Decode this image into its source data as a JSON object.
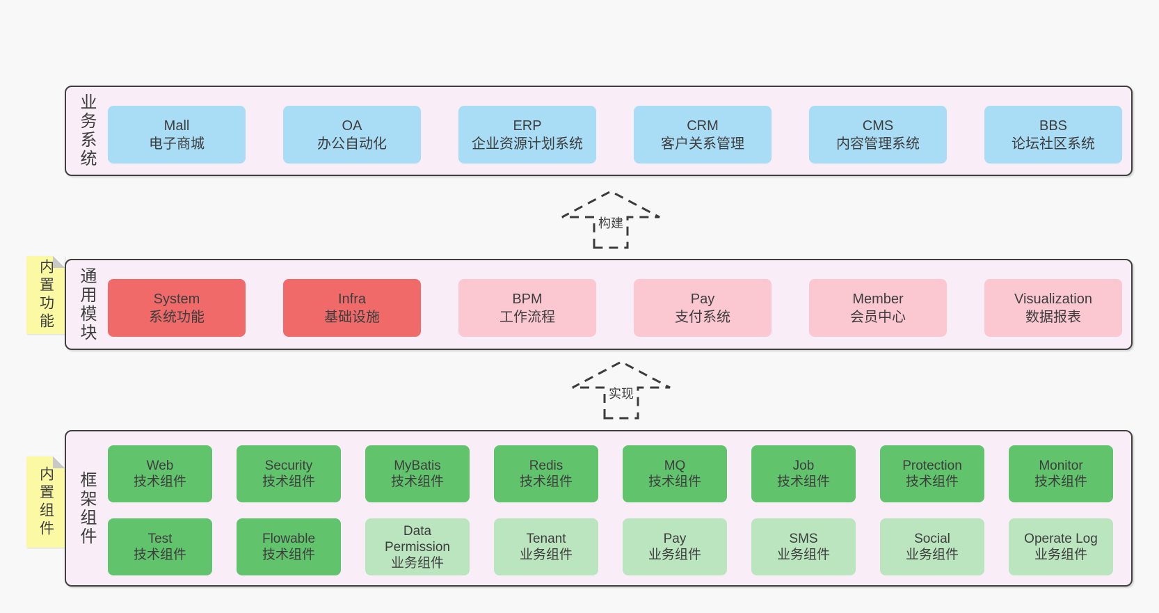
{
  "colors": {
    "page-bg": "#f8f8f8",
    "panel-bg": "#f9eef7",
    "panel-border": "#3f3f3f",
    "box-blue": "#a9dcf5",
    "box-red": "#f06a6a",
    "box-pink": "#fbc8d2",
    "box-green": "#61c46c",
    "box-green-light": "#bae5bf",
    "tag-bg": "#fbf9a3",
    "tag-fold": "#c8c8c8",
    "text": "#3d3d3d"
  },
  "panels": [
    {
      "label": "业务系统",
      "boxes": [
        {
          "title": "Mall",
          "subtitle": "电子商城",
          "variant": "blue"
        },
        {
          "title": "OA",
          "subtitle": "办公自动化",
          "variant": "blue"
        },
        {
          "title": "ERP",
          "subtitle": "企业资源计划系统",
          "variant": "blue"
        },
        {
          "title": "CRM",
          "subtitle": "客户关系管理",
          "variant": "blue"
        },
        {
          "title": "CMS",
          "subtitle": "内容管理系统",
          "variant": "blue"
        },
        {
          "title": "BBS",
          "subtitle": "论坛社区系统",
          "variant": "blue"
        }
      ]
    },
    {
      "label": "通用模块",
      "tag": "内置功能",
      "boxes": [
        {
          "title": "System",
          "subtitle": "系统功能",
          "variant": "red"
        },
        {
          "title": "Infra",
          "subtitle": "基础设施",
          "variant": "red"
        },
        {
          "title": "BPM",
          "subtitle": "工作流程",
          "variant": "pink"
        },
        {
          "title": "Pay",
          "subtitle": "支付系统",
          "variant": "pink"
        },
        {
          "title": "Member",
          "subtitle": "会员中心",
          "variant": "pink"
        },
        {
          "title": "Visualization",
          "subtitle": "数据报表",
          "variant": "pink"
        }
      ]
    },
    {
      "label": "框架组件",
      "tag": "内置组件",
      "rows": [
        [
          {
            "title": "Web",
            "subtitle": "技术组件",
            "variant": "green"
          },
          {
            "title": "Security",
            "subtitle": "技术组件",
            "variant": "green"
          },
          {
            "title": "MyBatis",
            "subtitle": "技术组件",
            "variant": "green"
          },
          {
            "title": "Redis",
            "subtitle": "技术组件",
            "variant": "green"
          },
          {
            "title": "MQ",
            "subtitle": "技术组件",
            "variant": "green"
          },
          {
            "title": "Job",
            "subtitle": "技术组件",
            "variant": "green"
          },
          {
            "title": "Protection",
            "subtitle": "技术组件",
            "variant": "green"
          },
          {
            "title": "Monitor",
            "subtitle": "技术组件",
            "variant": "green"
          }
        ],
        [
          {
            "title": "Test",
            "subtitle": "技术组件",
            "variant": "green"
          },
          {
            "title": "Flowable",
            "subtitle": "技术组件",
            "variant": "green"
          },
          {
            "title": "Data Permission",
            "subtitle": "业务组件",
            "variant": "green-light"
          },
          {
            "title": "Tenant",
            "subtitle": "业务组件",
            "variant": "green-light"
          },
          {
            "title": "Pay",
            "subtitle": "业务组件",
            "variant": "green-light"
          },
          {
            "title": "SMS",
            "subtitle": "业务组件",
            "variant": "green-light"
          },
          {
            "title": "Social",
            "subtitle": "业务组件",
            "variant": "green-light"
          },
          {
            "title": "Operate Log",
            "subtitle": "业务组件",
            "variant": "green-light"
          }
        ]
      ]
    }
  ],
  "arrows": [
    {
      "label": "构建"
    },
    {
      "label": "实现"
    }
  ]
}
